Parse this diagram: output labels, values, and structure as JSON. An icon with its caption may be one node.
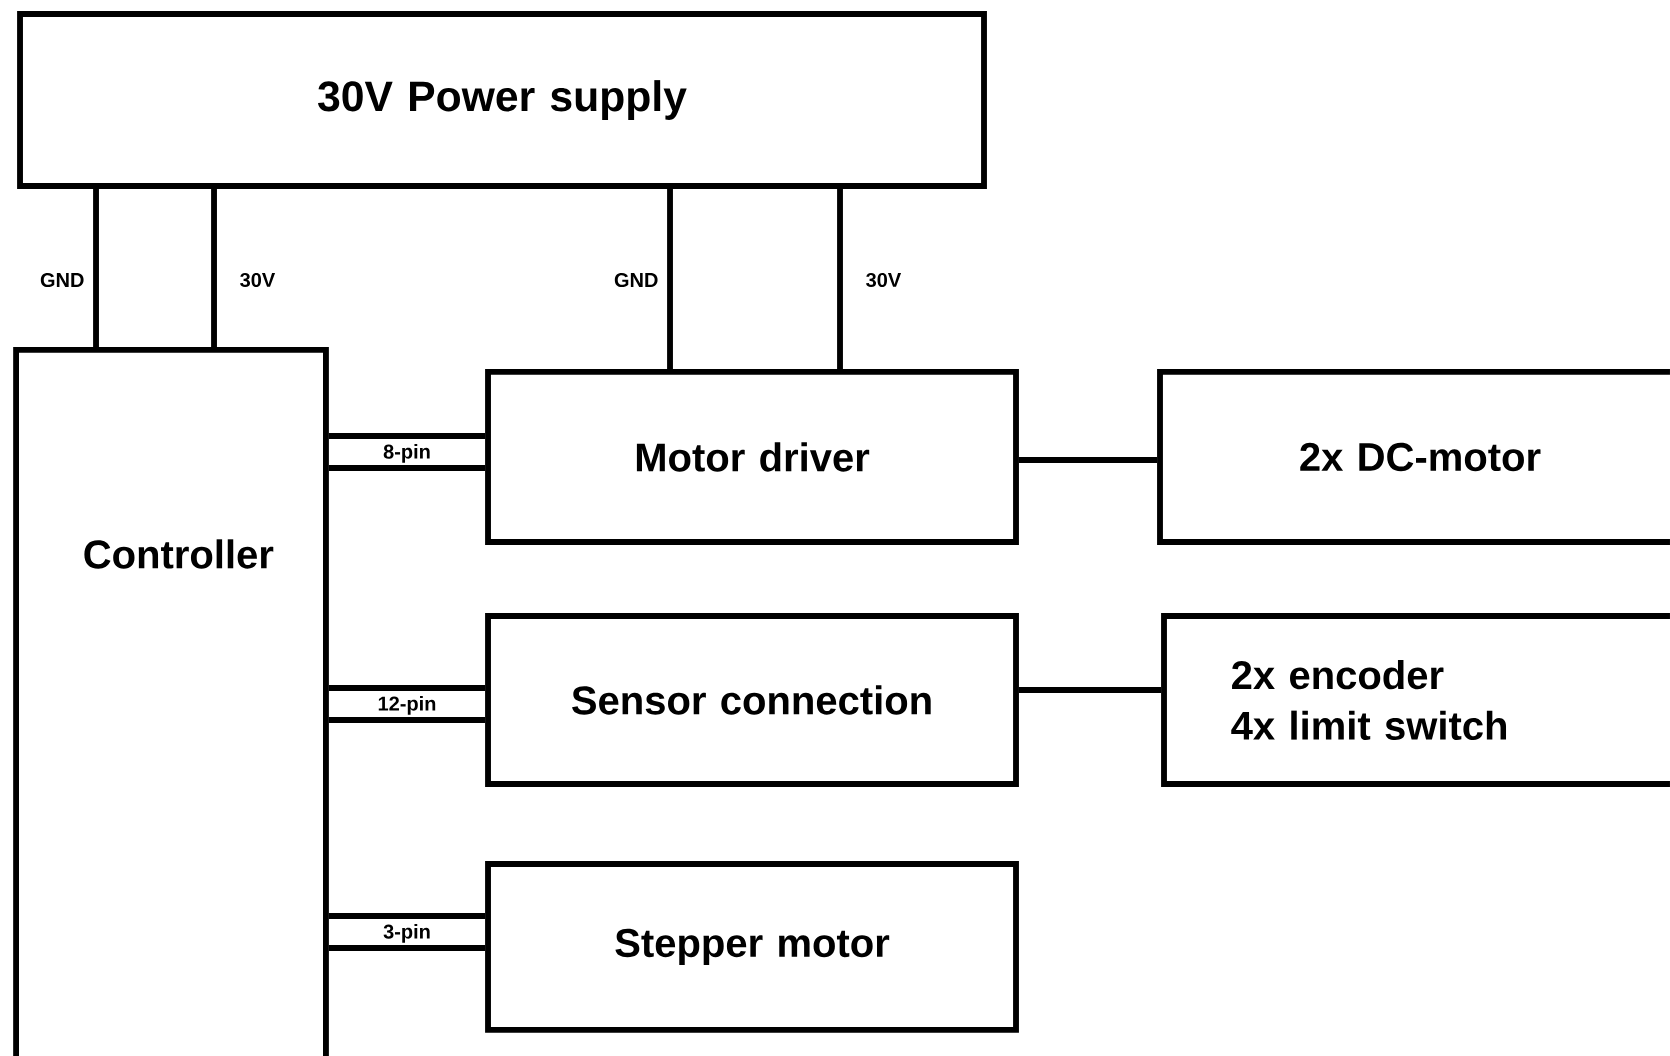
{
  "diagram": {
    "nodes": [
      {
        "text": [
          "30V Power supply"
        ]
      },
      {
        "text": [
          "Controller"
        ]
      },
      {
        "text": [
          "Motor driver"
        ]
      },
      {
        "text": [
          "2x DC-motor"
        ]
      },
      {
        "text": [
          "Sensor connection"
        ]
      },
      {
        "text": [
          "2x encoder",
          "4x limit switch"
        ]
      },
      {
        "text": [
          "Stepper motor"
        ]
      }
    ],
    "edges": [
      {
        "from": 0,
        "to": 1,
        "arrow": "none",
        "label": "GND"
      },
      {
        "from": 0,
        "to": 1,
        "arrow": "none",
        "label": "30V"
      },
      {
        "from": 0,
        "to": 2,
        "arrow": "none",
        "label": "GND"
      },
      {
        "from": 0,
        "to": 2,
        "arrow": "none",
        "label": "30V"
      },
      {
        "from": 1,
        "to": 2,
        "arrow": "none",
        "label": "8-pin"
      },
      {
        "from": 2,
        "to": 3,
        "arrow": "none"
      },
      {
        "from": 1,
        "to": 4,
        "arrow": "none",
        "label": "12-pin"
      },
      {
        "from": 4,
        "to": 5,
        "arrow": "none"
      },
      {
        "from": 1,
        "to": 6,
        "arrow": "none",
        "label": "3-pin"
      }
    ]
  }
}
